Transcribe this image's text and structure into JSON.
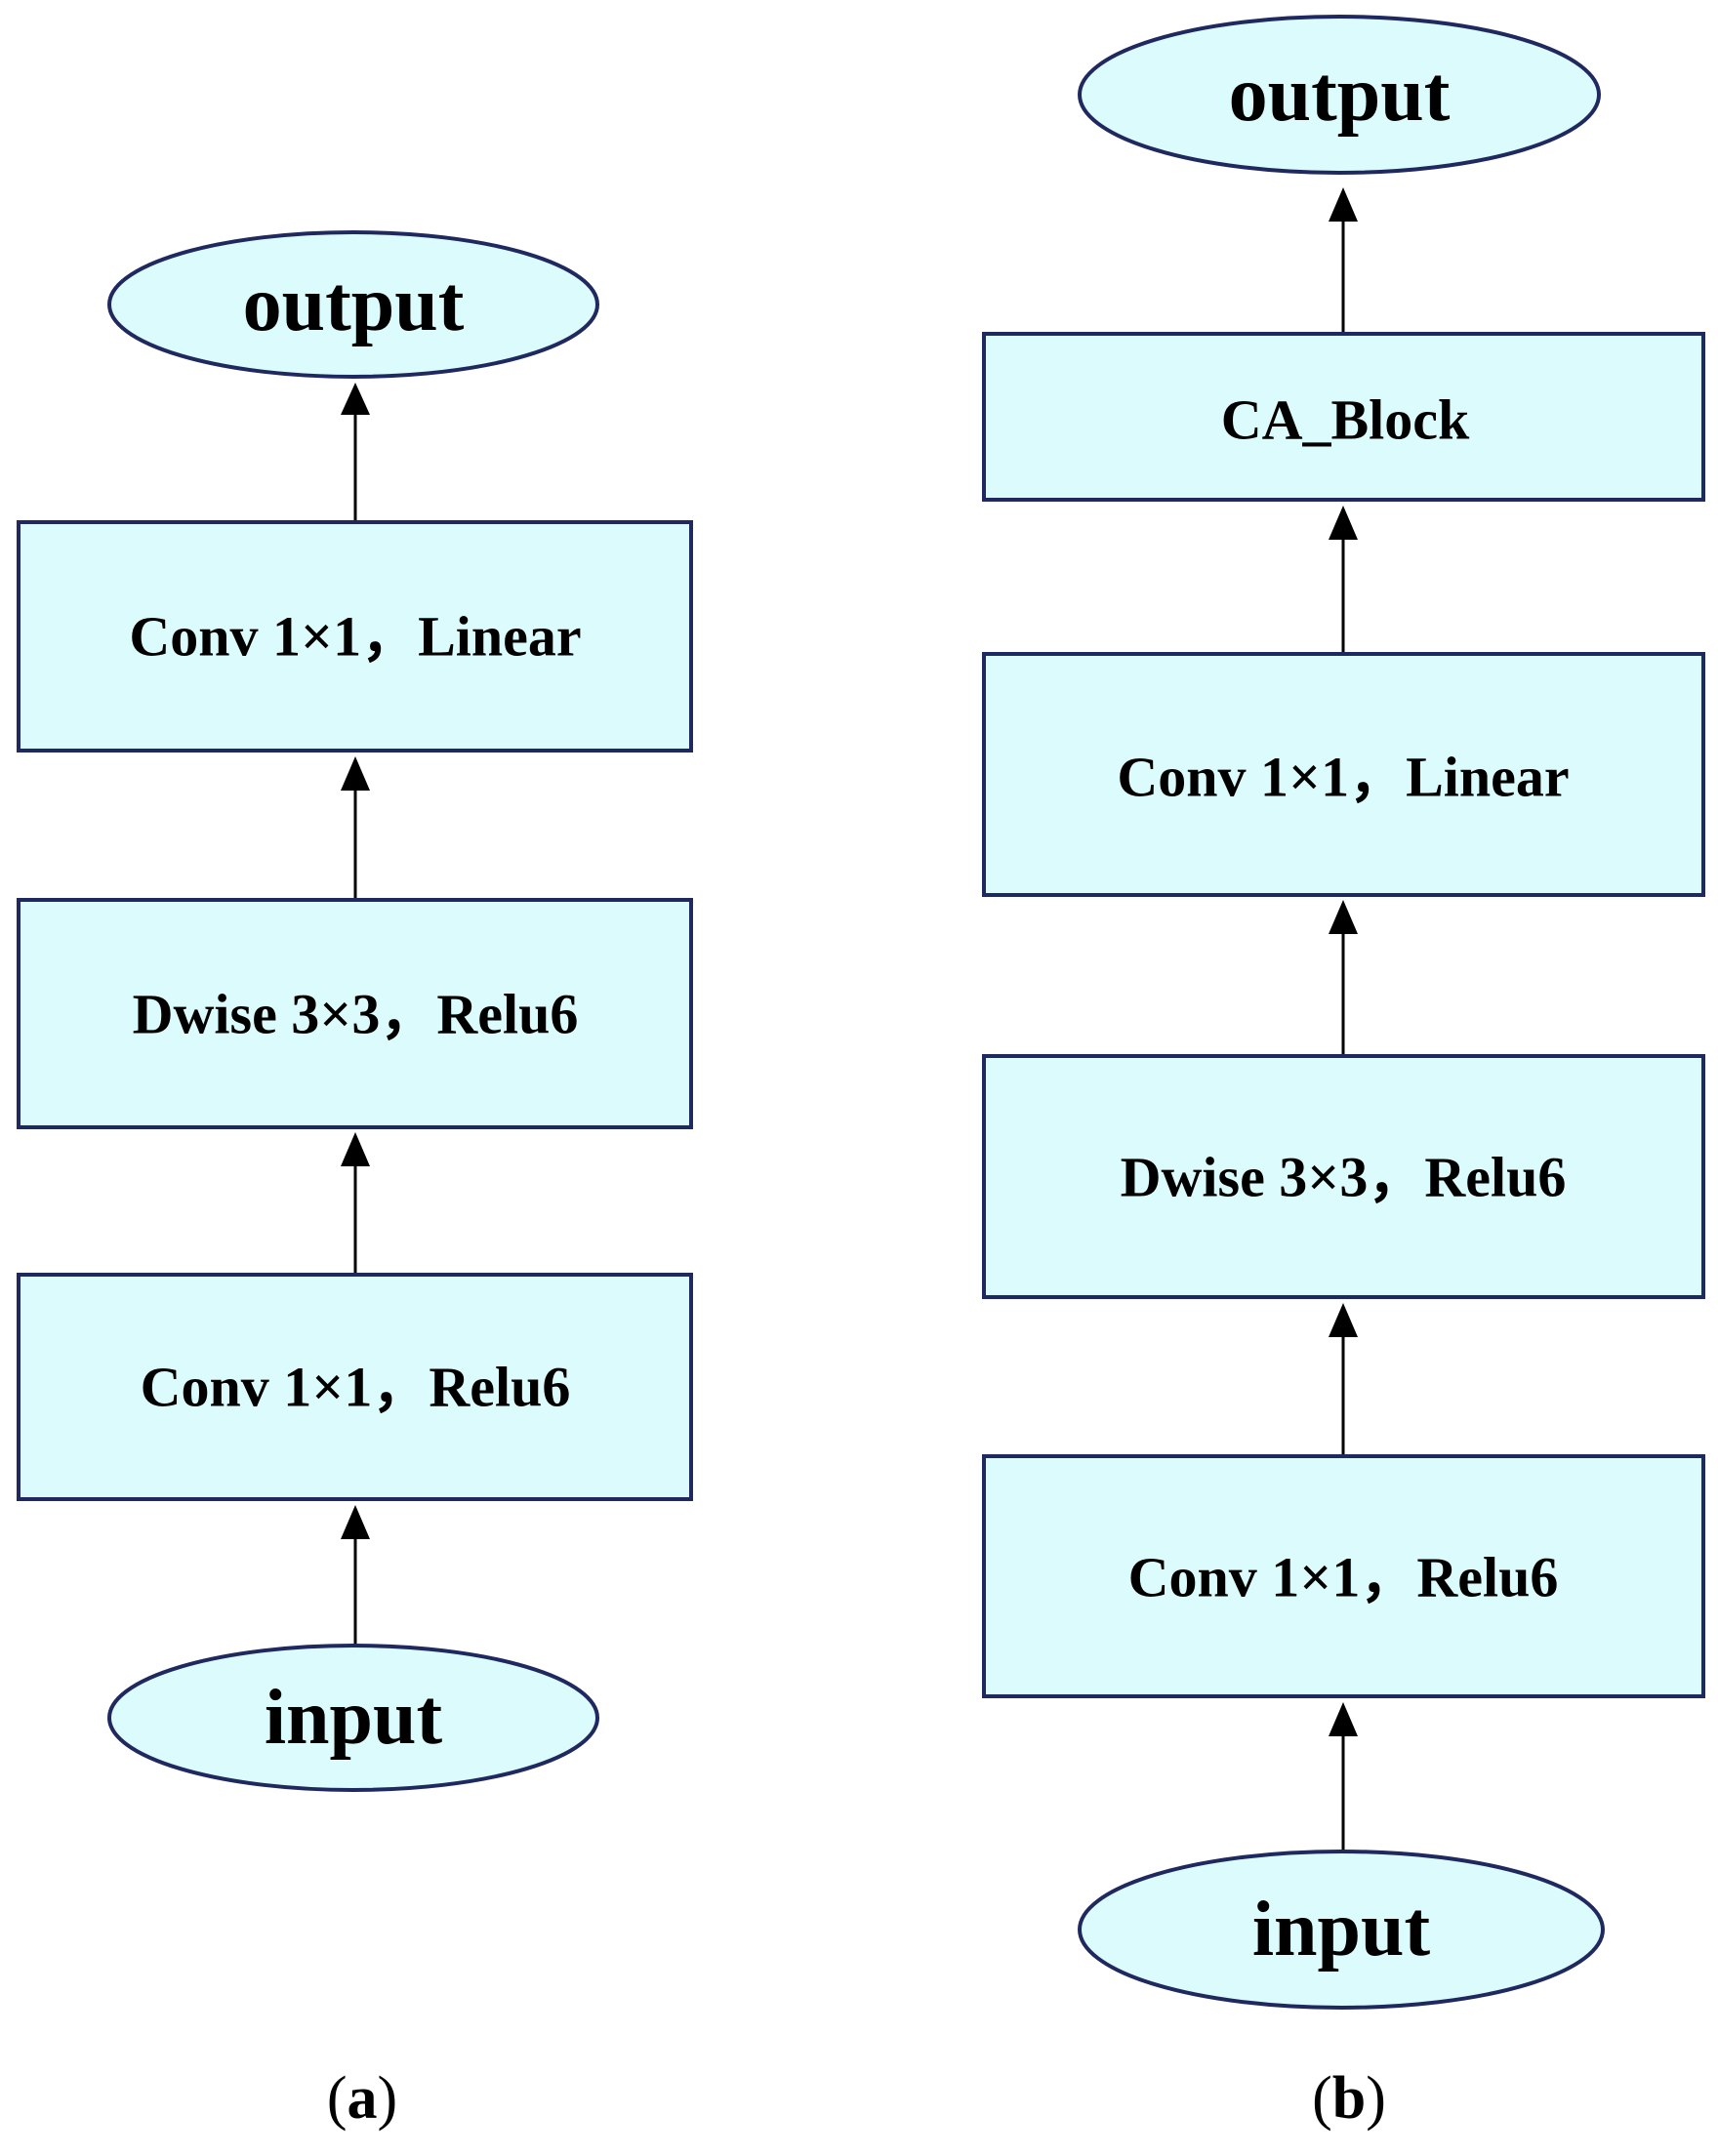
{
  "panel_a": {
    "caption_open": "(",
    "caption_letter": "a",
    "caption_close": ")",
    "output": "output",
    "conv_linear": "Conv 1×1，Linear",
    "dwise": "Dwise 3×3，Relu6",
    "conv_relu": "Conv 1×1，Relu6",
    "input": "input"
  },
  "panel_b": {
    "caption_open": "(",
    "caption_letter": "b",
    "caption_close": ")",
    "output": "output",
    "ca_block": "CA_Block",
    "conv_linear": "Conv 1×1，Linear",
    "dwise": "Dwise 3×3，Relu6",
    "conv_relu": "Conv 1×1，Relu6",
    "input": "input"
  },
  "colors": {
    "node_fill": "#dcfbfc",
    "node_stroke": "#20295f",
    "arrow": "#000000"
  }
}
